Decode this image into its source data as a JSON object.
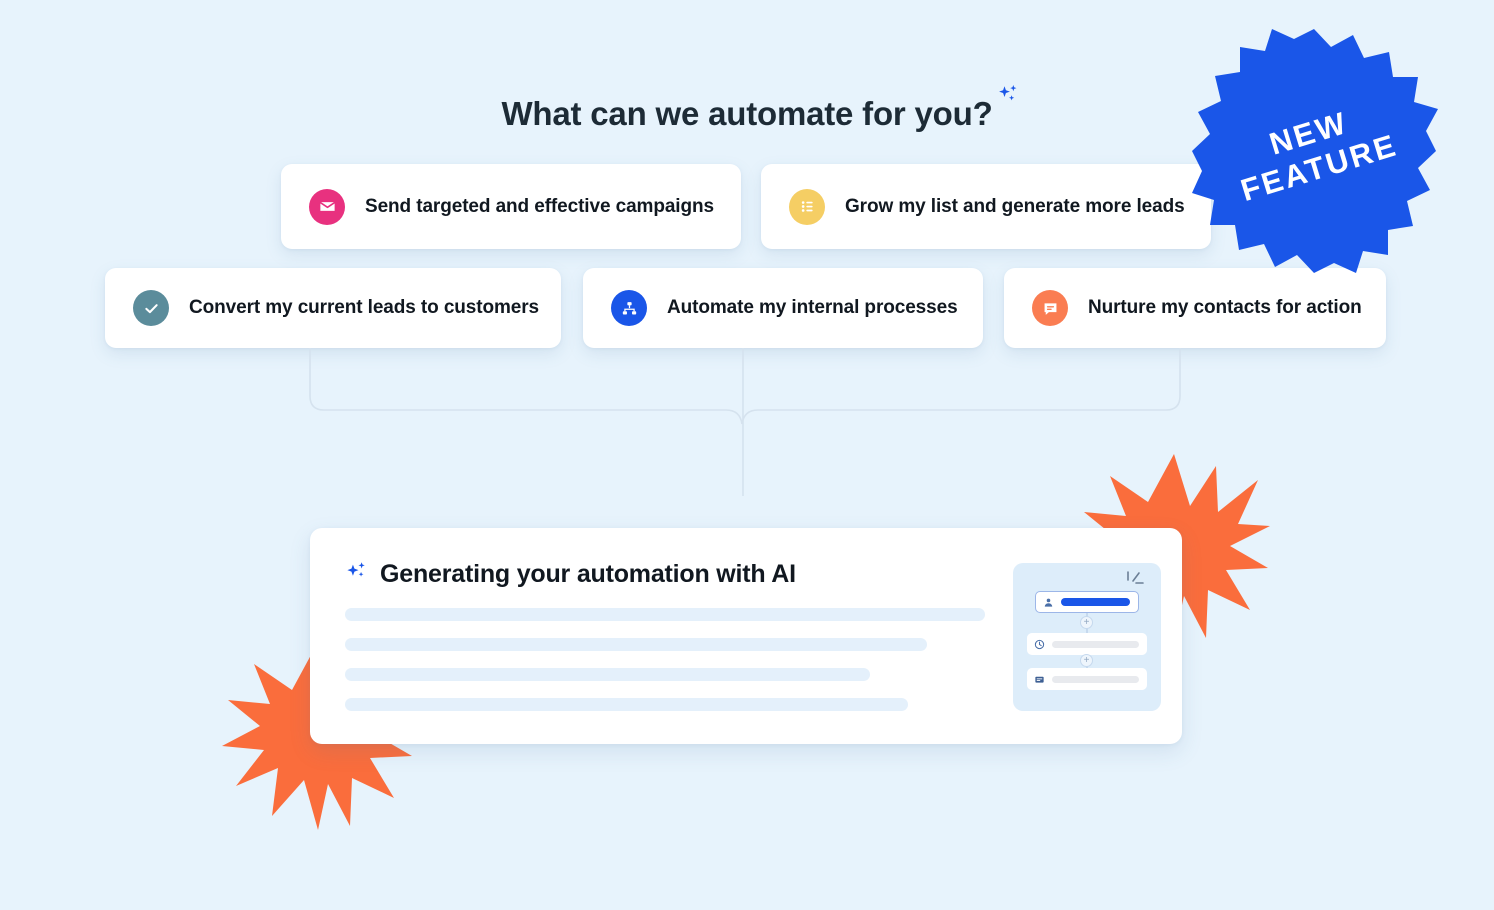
{
  "page": {
    "background_color": "#e7f3fc",
    "heading": "What can we automate for you?",
    "heading_sparkle_icon": "sparkles-icon"
  },
  "badge": {
    "name": "new-feature-badge",
    "line1": "NEW",
    "line2": "FEATURE",
    "color": "#1a56e8",
    "text_color": "#ffffff",
    "rotation_deg": -17
  },
  "options": [
    {
      "id": "card-campaigns",
      "label": "Send targeted and effective campaigns",
      "icon": "envelope-icon",
      "icon_color": "#e8317f",
      "row": 1
    },
    {
      "id": "card-leads",
      "label": "Grow my list and generate more leads",
      "icon": "list-icon",
      "icon_color": "#f5ce64",
      "row": 1
    },
    {
      "id": "card-convert",
      "label": "Convert my current leads to customers",
      "icon": "check-circle-icon",
      "icon_color": "#5b8c9b",
      "row": 2
    },
    {
      "id": "card-internal",
      "label": "Automate my internal processes",
      "icon": "sitemap-icon",
      "icon_color": "#1a56e8",
      "row": 2
    },
    {
      "id": "card-nurture",
      "label": "Nurture my contacts for action",
      "icon": "chat-bubble-icon",
      "icon_color": "#fa7d52",
      "row": 2
    }
  ],
  "connector": {
    "name": "branching-connector",
    "stroke_color": "#d5e2ee"
  },
  "bursts": [
    {
      "id": "burst-top-right",
      "color": "#fa6d3c"
    },
    {
      "id": "burst-bottom-left",
      "color": "#fa6d3c"
    }
  ],
  "ai_panel": {
    "heading": "Generating your automation with AI",
    "heading_icon": "sparkles-icon",
    "skeleton_widths": [
      "100%",
      "91%",
      "82%",
      "88%"
    ],
    "skeleton_color": "#e4f0fb"
  },
  "flow_thumbnail": {
    "name": "automation-flow-preview",
    "background": "#ddedfa",
    "nodes": [
      {
        "id": "flow-node-1",
        "icon": "person-icon",
        "state": "selected"
      },
      {
        "id": "flow-node-2",
        "icon": "clock-icon",
        "state": "default"
      },
      {
        "id": "flow-node-3",
        "icon": "inbox-icon",
        "state": "default"
      }
    ],
    "connectors": [
      {
        "id": "flow-plus-1",
        "label": "+"
      },
      {
        "id": "flow-plus-2",
        "label": "+"
      }
    ]
  }
}
